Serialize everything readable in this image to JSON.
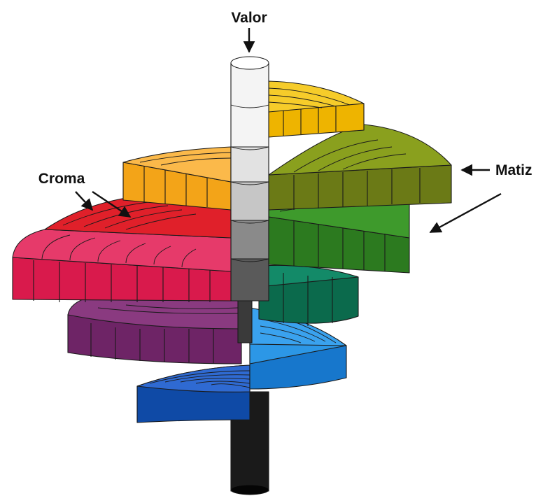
{
  "labels": {
    "value": "Valor",
    "chroma": "Croma",
    "hue": "Matiz"
  },
  "colors": {
    "axis_light": "#f4f4f4",
    "axis_dark": "#0d0d0d",
    "yellow_top": "#fbd11a",
    "yellow_side": "#f0b800",
    "olive": "#6b7a16",
    "green": "#2b7d1f",
    "teal": "#0d6e52",
    "blue": "#1c7fd4",
    "navy": "#0f4aa6",
    "purple": "#7a2a6e",
    "red": "#e8004a",
    "orange": "#f6a312"
  }
}
